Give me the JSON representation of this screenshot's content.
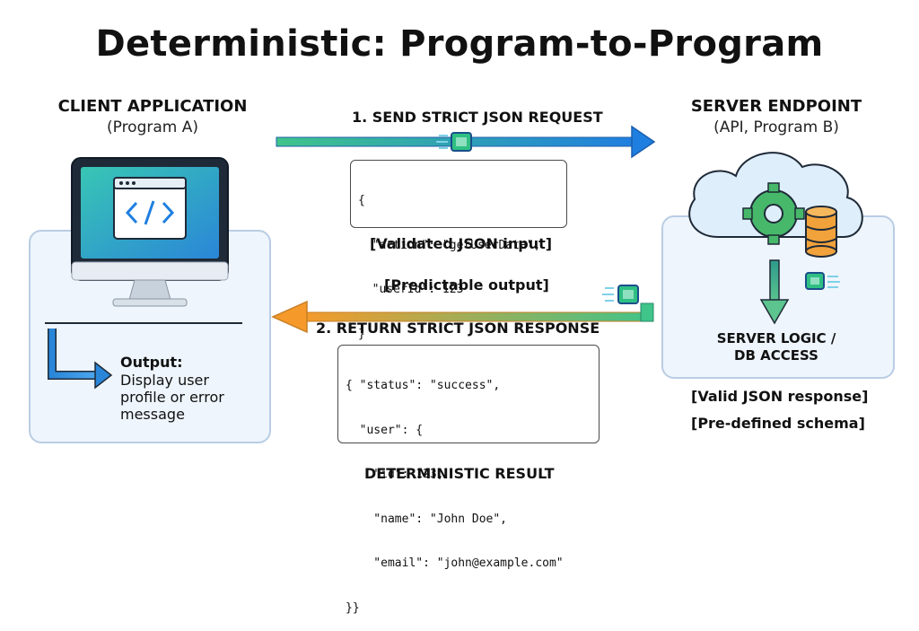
{
  "title": "Deterministic: Program-to-Program",
  "client": {
    "heading": "CLIENT APPLICATION",
    "subheading": "(Program A)",
    "output_title": "Output:",
    "output_lines": [
      "Display user",
      "profile or error",
      "message"
    ]
  },
  "server": {
    "heading": "SERVER ENDPOINT",
    "subheading": "(API, Program B)",
    "logic_lines": [
      "SERVER LOGIC /",
      "DB ACCESS"
    ],
    "notes": [
      "[Valid JSON response]",
      "[Pre-defined schema]"
    ]
  },
  "request": {
    "label": "1. SEND STRICT JSON REQUEST",
    "code_lines": [
      "{",
      "  \"action\": \"getUserData\",",
      "  \"userId\": 123",
      "}"
    ],
    "note": "[Validated JSON input]"
  },
  "response": {
    "label": "2. RETURN STRICT JSON RESPONSE",
    "note_above": "[Predictable output]",
    "code_lines": [
      "{ \"status\": \"success\",",
      "  \"user\": {",
      "    \"id\": 123,",
      "    \"name\": \"John Doe\",",
      "    \"email\": \"john@example.com\"",
      "}}"
    ],
    "result": "DETERMINISTIC RESULT"
  },
  "colors": {
    "request_arrow_start": "#3fc48a",
    "request_arrow_end": "#1f7fe0",
    "response_arrow": "#f59a2a",
    "panel_fill": "#eef5fc",
    "panel_border": "#b9cde4",
    "gear": "#47b86a",
    "database": "#f1a23a"
  },
  "icons": [
    "monitor-code-icon",
    "cloud-icon",
    "gear-icon",
    "database-icon",
    "data-packet-icon"
  ]
}
